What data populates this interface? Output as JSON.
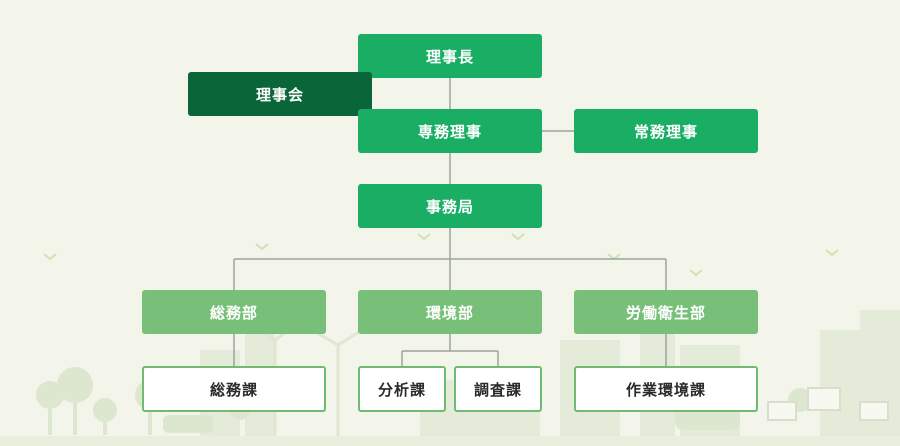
{
  "colors": {
    "executive": "#19ae64",
    "board": "#0a6538",
    "department": "#78c07a",
    "section_border": "#6fbb72",
    "connector": "#9aa3a0"
  },
  "org": {
    "chairman": "理事長",
    "board": "理事会",
    "executive_director": "専務理事",
    "managing_director": "常務理事",
    "secretariat": "事務局",
    "departments": [
      "総務部",
      "環境部",
      "労働衛生部"
    ],
    "sections": [
      "総務課",
      "分析課",
      "調査課",
      "作業環境課"
    ]
  }
}
